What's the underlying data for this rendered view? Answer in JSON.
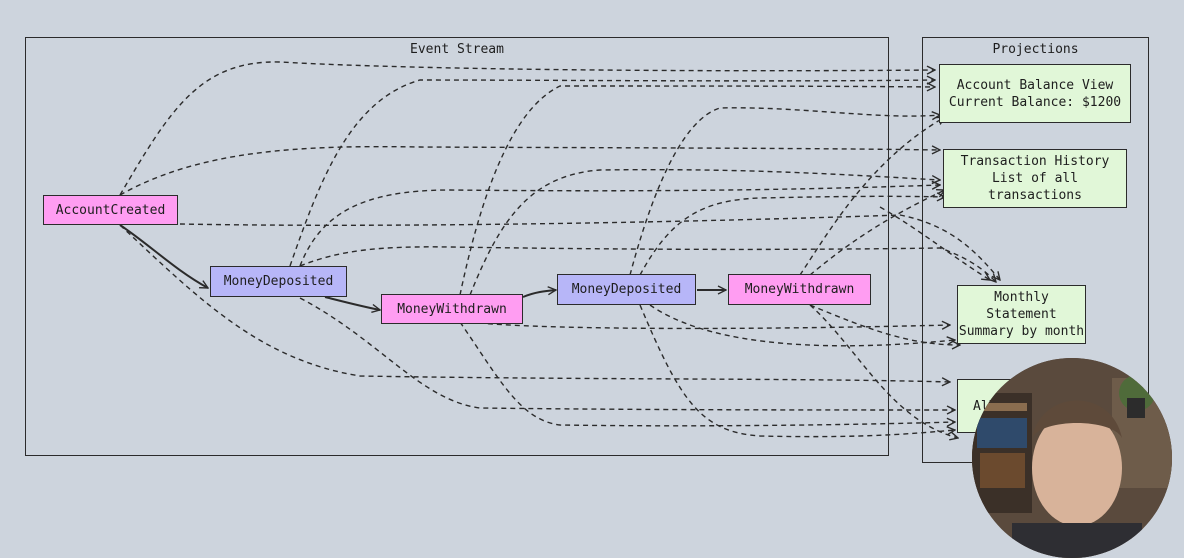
{
  "event_stream": {
    "title": "Event Stream",
    "events": [
      {
        "id": "e1",
        "label": "AccountCreated",
        "kind": "pink"
      },
      {
        "id": "e2",
        "label": "MoneyDeposited",
        "kind": "blue"
      },
      {
        "id": "e3",
        "label": "MoneyWithdrawn",
        "kind": "pink"
      },
      {
        "id": "e4",
        "label": "MoneyDeposited",
        "kind": "blue"
      },
      {
        "id": "e5",
        "label": "MoneyWithdrawn",
        "kind": "pink"
      }
    ]
  },
  "projections": {
    "title": "Projections",
    "items": [
      {
        "id": "p1",
        "line1": "Account Balance View",
        "line2": "Current Balance: $1200"
      },
      {
        "id": "p2",
        "line1": "Transaction History",
        "line2": "List of all transactions"
      },
      {
        "id": "p3",
        "line1": "Monthly Statement",
        "line2": "Summary by month"
      },
      {
        "id": "p4",
        "line1": "All",
        "line2": ""
      }
    ]
  },
  "colors": {
    "event_pink": "#ff9df2",
    "event_blue": "#b7b6f8",
    "projection_green": "#e1f7d8",
    "background": "#cdd4dd",
    "stroke": "#2b2b2b"
  }
}
